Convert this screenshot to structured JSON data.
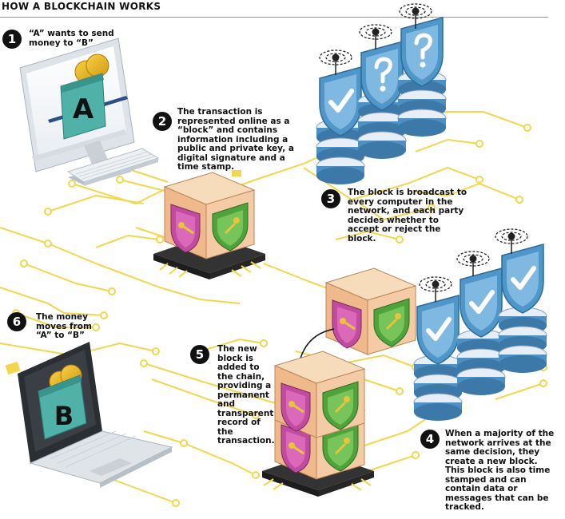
{
  "title": "HOW A BLOCKCHAIN WORKS",
  "steps": [
    {
      "number": "1",
      "text": "“A” wants to send money to “B”"
    },
    {
      "number": "2",
      "text": "The transaction is represented online as a “block” and contains information including a public and private key, a digital signature and a time stamp."
    },
    {
      "number": "3",
      "text": "The block is broadcast to every computer in the network, and each party decides whether to accept or reject the block."
    },
    {
      "number": "4",
      "text": "When a majority of the network arrives at the same decision, they create a new block. This block is also time stamped and can contain data or messages that can be tracked."
    },
    {
      "number": "5",
      "text": "The new block is added to the chain, providing a permanent and transparent record of the transaction."
    },
    {
      "number": "6",
      "text": "The money moves from “A” to “B”"
    }
  ],
  "wallet_a_letter": "A",
  "wallet_b_letter": "B",
  "colors": {
    "circuit": "#f2d64b",
    "block_face": "#f3c9a3",
    "shield_magenta": "#c44aa0",
    "shield_green": "#5fb046",
    "shield_blue": "#4f97c9",
    "server": "#4f90c4"
  },
  "icons": [
    "desktop-computer-icon",
    "laptop-icon",
    "wallet-icon",
    "coin-icon",
    "block-cube-icon",
    "shield-key-icon",
    "server-stack-icon",
    "shield-check-icon",
    "shield-question-icon",
    "antenna-icon",
    "arrow-icon"
  ]
}
